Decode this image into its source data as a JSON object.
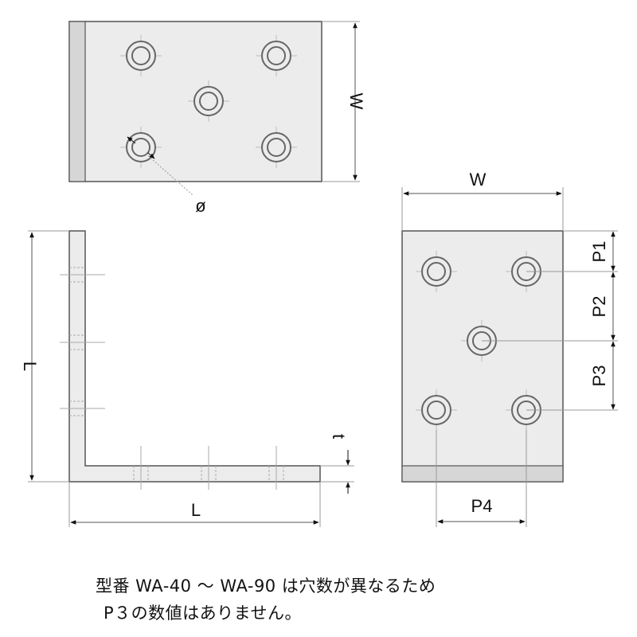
{
  "labels": {
    "top_width": "W",
    "hole_diameter": "ø",
    "side_height": "L",
    "side_length": "L",
    "thickness": "t",
    "front_width": "W",
    "pitch1": "P1",
    "pitch2": "P2",
    "pitch3": "P3",
    "pitch4": "P4"
  },
  "note": {
    "line1": "型番 WA-40 ～ WA-90 は穴数が異なるため",
    "line2": "P３の数値はありません。"
  },
  "colors": {
    "plate": "#ececec",
    "edge": "#d6d6d6",
    "line": "#555555"
  }
}
